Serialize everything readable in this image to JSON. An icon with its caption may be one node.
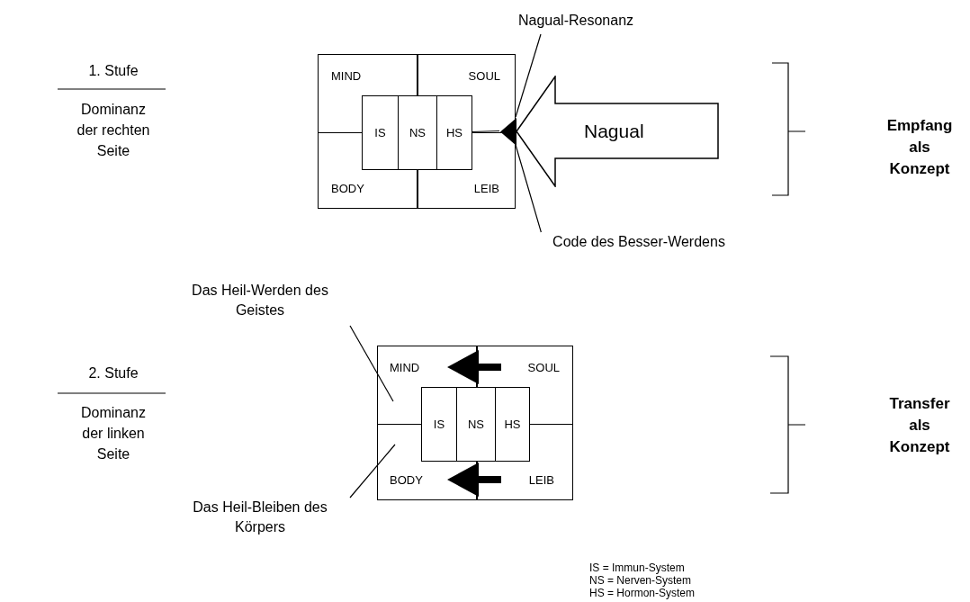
{
  "diagram": {
    "nodes": [
      {
        "text": [],
        "shape": "box"
      },
      {
        "text": [
          "MIND"
        ],
        "in": 0
      },
      {
        "text": [
          "SOUL"
        ],
        "in": 0
      },
      {
        "text": [
          "IS"
        ],
        "in": 0
      },
      {
        "text": [
          "NS"
        ],
        "in": 0
      },
      {
        "text": [
          "HS"
        ],
        "in": 0
      },
      {
        "text": [
          "BODY"
        ],
        "in": 0
      },
      {
        "text": [
          "LEIB"
        ],
        "in": 0
      },
      {
        "text": [],
        "shape": "triangle",
        "in": 0
      },
      {
        "text": [
          "Nagual"
        ]
      },
      {
        "text": [
          "Nagual-Resonanz"
        ]
      },
      {
        "text": [
          "Code des Besser-Werdens"
        ]
      },
      {
        "text": [
          "Das Heil-Werden des Geistes"
        ]
      },
      {
        "text": [],
        "shape": "box"
      },
      {
        "text": [
          "MIND"
        ],
        "in": 13
      },
      {
        "text": [
          "SOUL"
        ],
        "in": 13
      },
      {
        "text": [
          "IS"
        ],
        "in": 13
      },
      {
        "text": [
          "NS"
        ],
        "in": 13
      },
      {
        "text": [
          "HS"
        ],
        "in": 13
      },
      {
        "text": [
          "BODY"
        ],
        "in": 13
      },
      {
        "text": [
          "LEIB"
        ],
        "in": 13
      },
      {
        "text": [
          "Das Heil-Bleiben des Körpers"
        ]
      }
    ],
    "edges": [
      {
        "from": 10,
        "to": 8,
        "arrow": "none"
      },
      {
        "from": 11,
        "to": 8,
        "arrow": "none"
      },
      {
        "from": 12,
        "to": null,
        "arrow": "none"
      },
      {
        "from": 21,
        "to": null,
        "arrow": "none"
      },
      {
        "from": 15,
        "to": 14,
        "arrow": "to",
        "style": "thick"
      },
      {
        "from": 20,
        "to": 19,
        "arrow": "to",
        "style": "thick"
      },
      {
        "from": 5,
        "to": 8,
        "arrow": "none"
      }
    ],
    "labels": [
      "1. Stufe",
      "Dominanz der rechten Seite",
      "Empfang als Konzept",
      "2. Stufe",
      "Dominanz der linken Seite",
      "Transfer als Konzept",
      "IS = Immun-System",
      "NS = Nerven-System",
      "HS = Hormon-System"
    ]
  }
}
